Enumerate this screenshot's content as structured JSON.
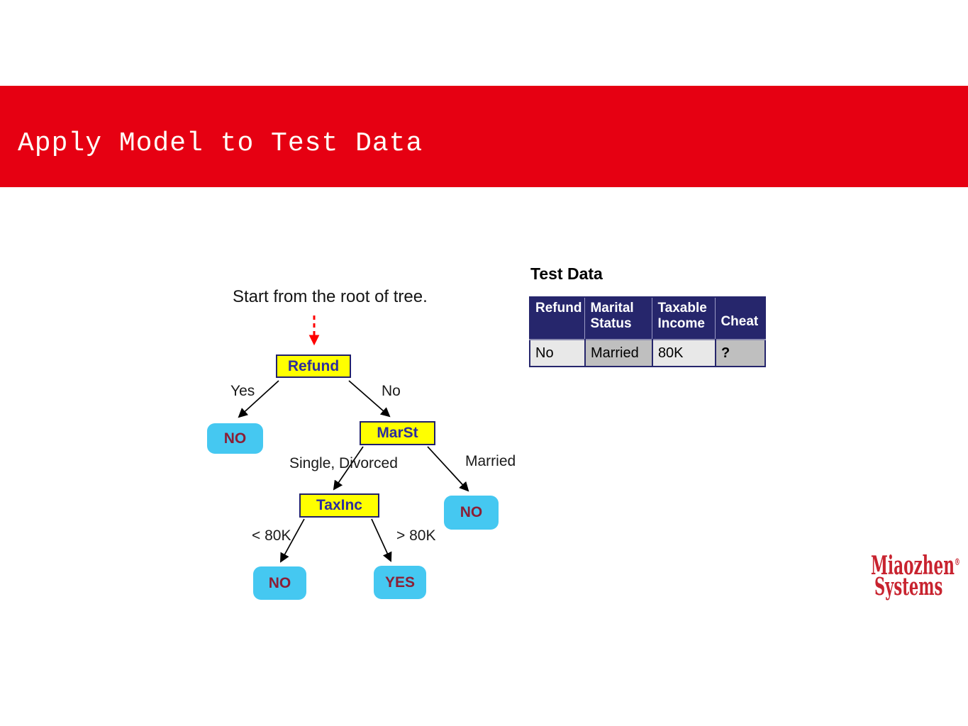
{
  "slide": {
    "title": "Apply Model to Test Data",
    "annotation": "Start from the root of tree."
  },
  "tree": {
    "nodes": {
      "refund": "Refund",
      "marst": "MarSt",
      "taxinc": "TaxInc",
      "leaf_no_left": "NO",
      "leaf_no_right": "NO",
      "leaf_no_bottom": "NO",
      "leaf_yes": "YES"
    },
    "edges": {
      "yes": "Yes",
      "no": "No",
      "single_divorced": "Single, Divorced",
      "married": "Married",
      "lt80k": "< 80K",
      "gt80k": "> 80K"
    }
  },
  "test_data": {
    "heading": "Test Data",
    "columns": [
      "Refund",
      "Marital Status",
      "Taxable Income",
      "Cheat"
    ],
    "rows": [
      [
        "No",
        "Married",
        "80K",
        "?"
      ]
    ]
  },
  "logo": {
    "line1": "Miaozhen",
    "registered": "®",
    "line2": "Systems"
  },
  "colors": {
    "banner_red": "#e60012",
    "decision_node_fill": "#ffff00",
    "decision_node_text": "#2d2d9e",
    "leaf_fill": "#45c8f1",
    "leaf_text": "#8b1f36",
    "table_header_bg": "#26266c",
    "table_cell_light": "#e8e8e8",
    "table_cell_dark": "#bfbfbf",
    "dashed_arrow": "#ff0000",
    "logo_red": "#c8232f"
  }
}
